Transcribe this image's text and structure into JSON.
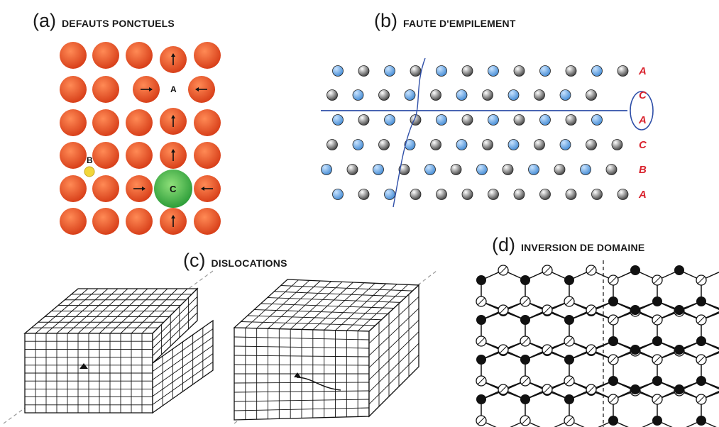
{
  "panels": {
    "a": {
      "letter": "(a)",
      "title": "DEFAUTS PONCTUELS",
      "site_labels": [
        "A",
        "B",
        "C"
      ]
    },
    "b": {
      "letter": "(b)",
      "title": "FAUTE D'EMPILEMENT",
      "stacking": [
        "A",
        "C",
        "A",
        "C",
        "B",
        "A"
      ]
    },
    "c": {
      "letter": "(c)",
      "title": "DISLOCATIONS"
    },
    "d": {
      "letter": "(d)",
      "title": "INVERSION DE DOMAINE"
    }
  },
  "colors": {
    "host_atom": "#d8401a",
    "interstitial_atom": "#f2d63a",
    "substitutional_atom": "#2e9e3a",
    "blue_atom": "#4a8fd6",
    "grey_atom": "#8a8a8a",
    "plane_line": "#2f4fa8",
    "stacking_letter": "#d9232e"
  }
}
